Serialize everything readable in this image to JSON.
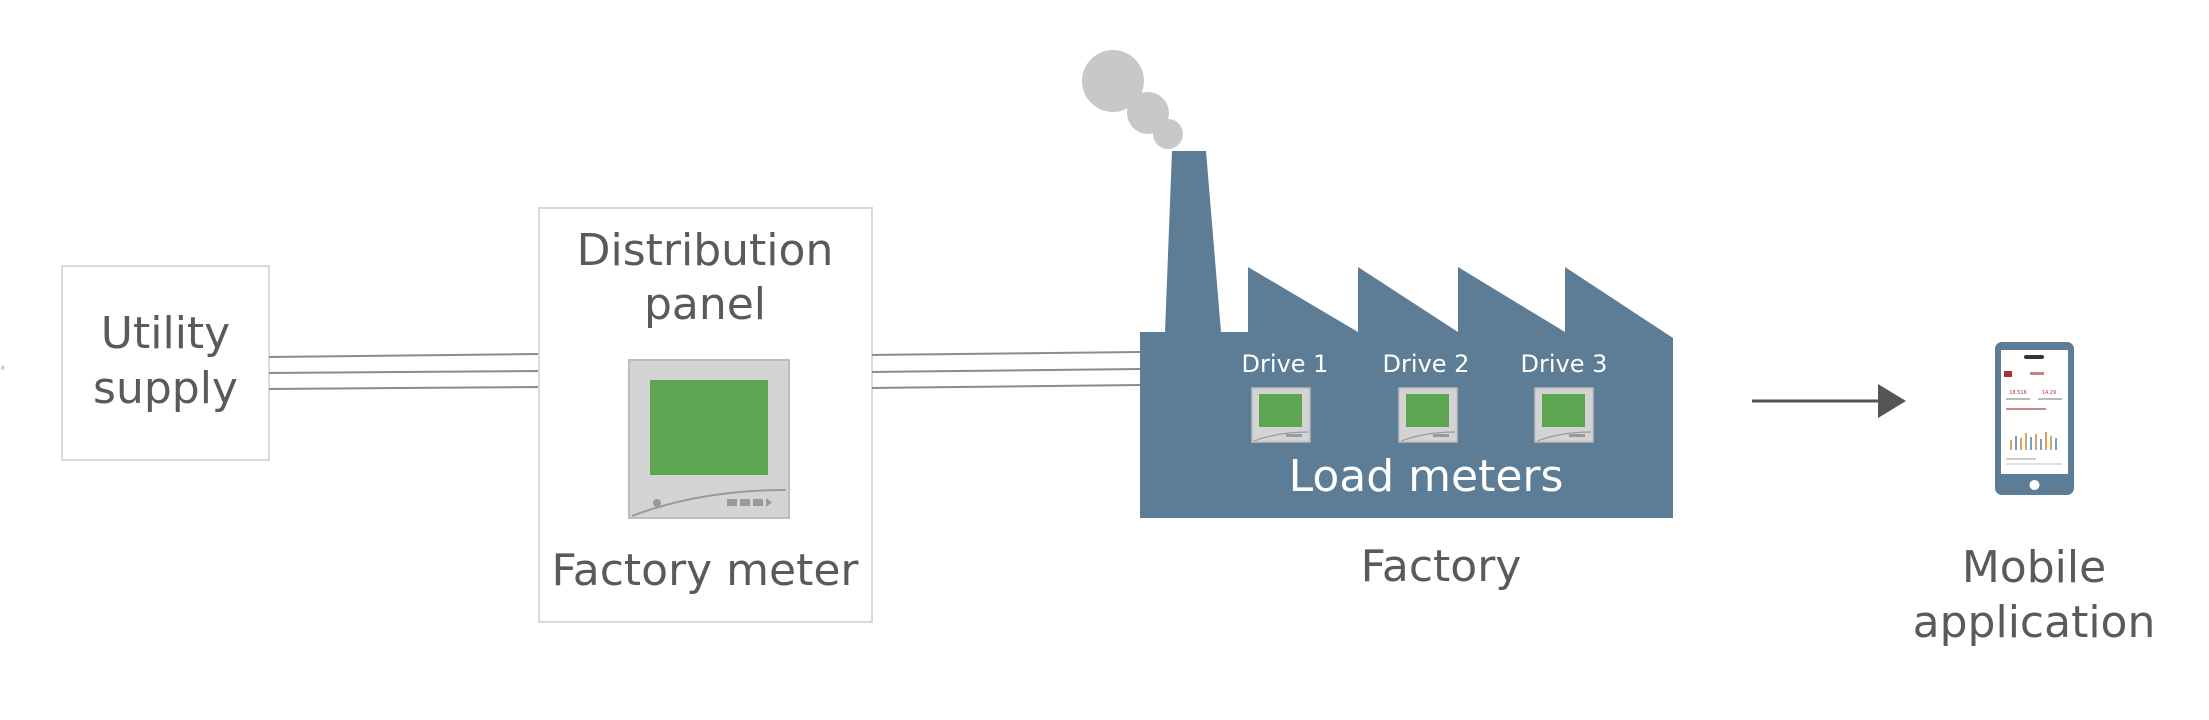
{
  "diagram": {
    "utility_supply": {
      "line1": "Utility",
      "line2": "supply"
    },
    "distribution_panel": {
      "line1": "Distribution",
      "line2": "panel",
      "meter_label": "Factory meter"
    },
    "factory": {
      "label": "Factory",
      "meters_label": "Load meters",
      "drives": [
        "Drive 1",
        "Drive 2",
        "Drive 3"
      ]
    },
    "mobile": {
      "line1": "Mobile",
      "line2": "application",
      "screen_values": [
        "18.516",
        "14.29"
      ]
    }
  },
  "colors": {
    "box_border": "#d9d9d9",
    "wire": "#8c8c8c",
    "text": "#5a5a5a",
    "factory": "#5d7d96",
    "smoke": "#c8c8c8",
    "meter_body": "#d4d4d4",
    "meter_screen": "#5ea552",
    "phone_body": "#5d7d96",
    "arrow": "#555555"
  }
}
